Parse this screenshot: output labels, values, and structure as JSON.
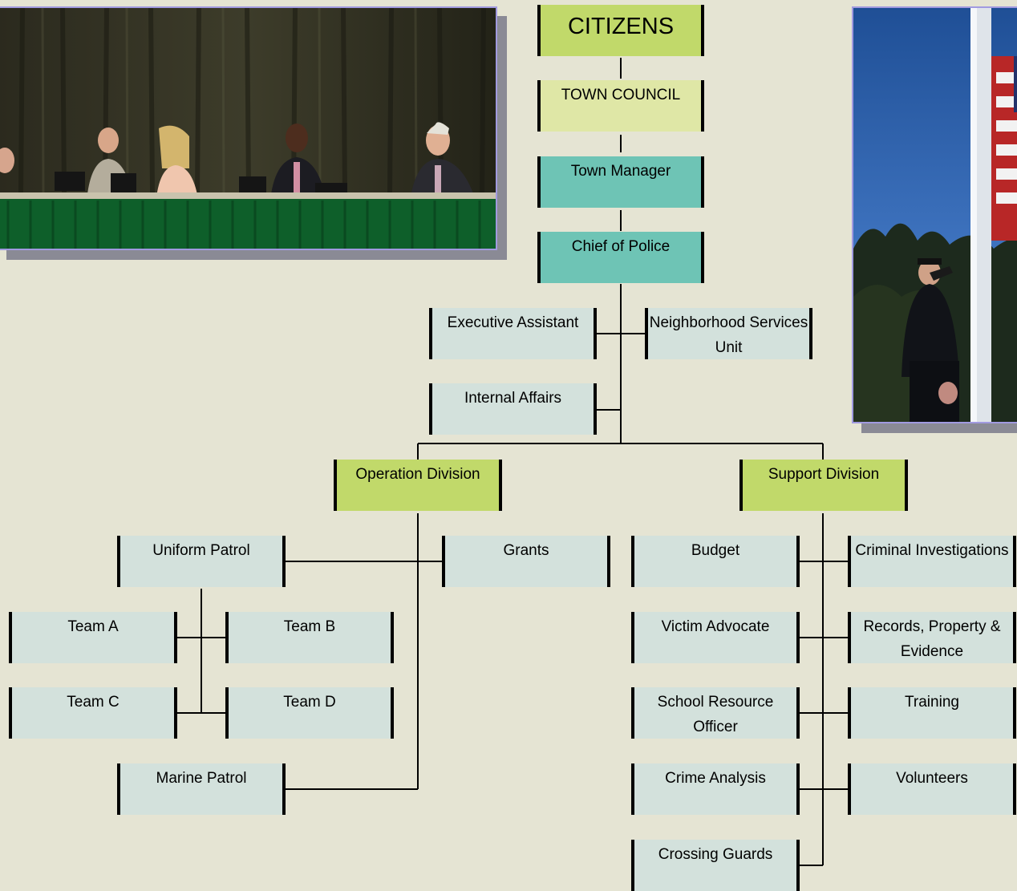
{
  "photos": {
    "council": "town-council-meeting-photo",
    "flag": "officer-saluting-flag-photo"
  },
  "org": {
    "citizens": "CITIZENS",
    "town_council": "TOWN COUNCIL",
    "town_manager": "Town Manager",
    "chief": "Chief of Police",
    "executive_assistant": "Executive Assistant",
    "neighborhood_services": "Neighborhood Services Unit",
    "internal_affairs": "Internal Affairs",
    "operation_division": "Operation Division",
    "support_division": "Support Division",
    "uniform_patrol": "Uniform Patrol",
    "grants": "Grants",
    "team_a": "Team A",
    "team_b": "Team B",
    "team_c": "Team C",
    "team_d": "Team D",
    "marine_patrol": "Marine Patrol",
    "budget": "Budget",
    "criminal_investigations": "Criminal Investigations",
    "victim_advocate": "Victim Advocate",
    "records": "Records, Property & Evidence",
    "school_resource": "School Resource Officer",
    "training": "Training",
    "crime_analysis": "Crime Analysis",
    "volunteers": "Volunteers",
    "crossing_guards": "Crossing Guards"
  },
  "colors": {
    "background": "#e5e4d3",
    "box_light": "#d3e1dc",
    "box_teal": "#6ec4b5",
    "box_green": "#c1d96a",
    "box_light_green": "#dfe7a6",
    "photo_border": "#a19ae0"
  }
}
